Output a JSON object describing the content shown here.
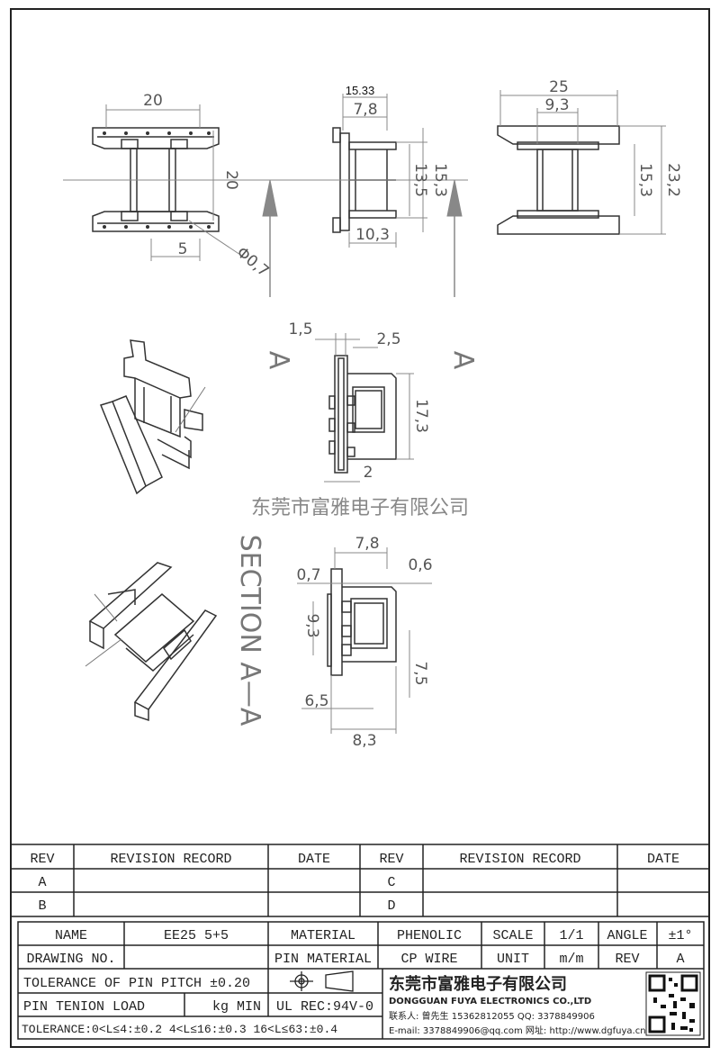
{
  "top_views": {
    "front": {
      "width": "20",
      "height": "20",
      "pin_pitch": "5",
      "pin_dia": "Φ0,7"
    },
    "side": {
      "overall": "15.33",
      "flange": "7,8",
      "h1": "15,3",
      "h2": "13,5",
      "base": "10,3"
    },
    "back": {
      "width": "25",
      "inner": "9,3",
      "h1": "15,3",
      "h2": "23,2"
    },
    "arrow_label": "A"
  },
  "mid_view": {
    "d1": "1,5",
    "d2": "2,5",
    "h": "17,3",
    "d3": "2"
  },
  "section": {
    "label": "SECTION  A—A",
    "top": "7,8",
    "left": "0,7",
    "right": "0,6",
    "h": "9,3",
    "h2": "7,5",
    "b1": "6,5",
    "b2": "8,3"
  },
  "watermark": "东莞市富雅电子有限公司",
  "revision_table": {
    "headers": [
      "REV",
      "REVISION RECORD",
      "DATE",
      "REV",
      "REVISION RECORD",
      "DATE"
    ],
    "rows": [
      [
        "A",
        "",
        "",
        "C",
        "",
        ""
      ],
      [
        "B",
        "",
        "",
        "D",
        "",
        ""
      ]
    ]
  },
  "title_block": {
    "name_label": "NAME",
    "name_value": "EE25 5+5",
    "material_label": "MATERIAL",
    "material_value": "PHENOLIC",
    "scale_label": "SCALE",
    "scale_value": "1/1",
    "angle_label": "ANGLE",
    "angle_value": "±1°",
    "drawing_no_label": "DRAWING NO.",
    "drawing_no_value": "",
    "pin_material_label": "PIN MATERIAL",
    "pin_material_value": "CP WIRE",
    "unit_label": "UNIT",
    "unit_value": "m/m",
    "rev_label": "REV",
    "rev_value": "A",
    "tolerance_pitch": "TOLERANCE OF PIN PITCH ±0.20",
    "pin_tension": "PIN TENION LOAD",
    "pin_tension_unit": "kg MIN",
    "ul_rec": "UL REC:94V-0",
    "tolerance_row": "TOLERANCE:0<L≤4:±0.2  4<L≤16:±0.3  16<L≤63:±0.4"
  },
  "company": {
    "name_cn": "东莞市富雅电子有限公司",
    "name_en": "DONGGUAN FUYA ELECTRONICS CO.,LTD",
    "contact": "联系人: 曾先生 15362812055  QQ: 3378849906",
    "email": "E-mail: 3378849906@qq.com  网址: http://www.dgfuya.cn"
  }
}
